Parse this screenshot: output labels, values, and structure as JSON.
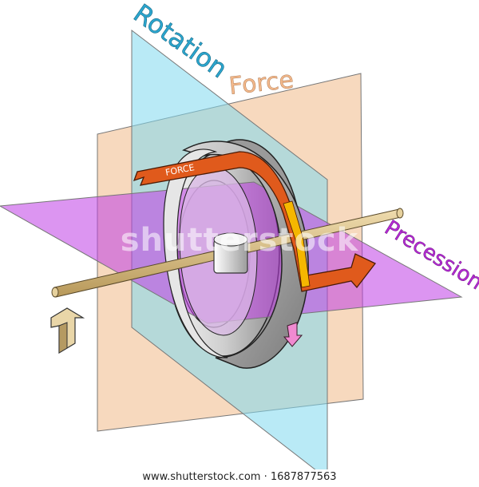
{
  "labels": {
    "rotation": "Rotation",
    "force": "Force",
    "precession": "Precession",
    "force_arrow": "FORCE"
  },
  "colors": {
    "rotation_plane": "#7fd8ef",
    "force_plane": "#f6d2b3",
    "precession_plane": "#c03ee6",
    "rotation_text": "#2ba6cf",
    "force_text": "#f3b98c",
    "precession_text": "#b52ad6",
    "force_arrow": "#e05a1c",
    "axle": "#d8c08a",
    "disk": "#bdbdbd"
  },
  "watermark": {
    "center": "shutterstock",
    "footer": "www.shutterstock.com · 1687877563"
  }
}
